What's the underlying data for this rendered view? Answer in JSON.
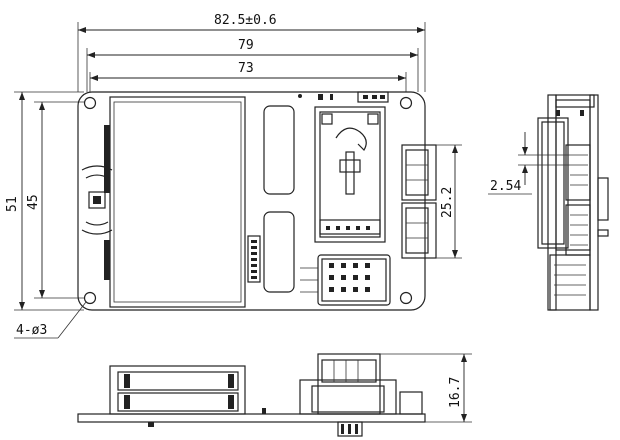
{
  "dimensions": {
    "overall_width": "82.5±0.6",
    "width_79": "79",
    "width_73": "73",
    "height_51": "51",
    "height_45": "45",
    "connector_span": "25.2",
    "pin_pitch": "2.54",
    "thickness": "16.7",
    "holes": "4-ø3"
  }
}
